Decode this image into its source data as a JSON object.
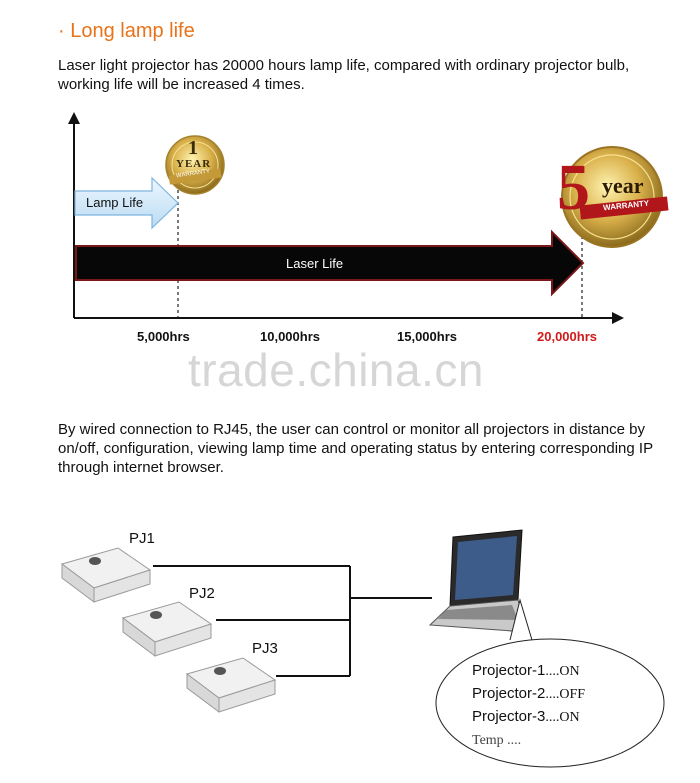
{
  "heading": "· Long lamp life",
  "intro_text": "Laser light projector has 20000 hours lamp life, compared with ordinary projector bulb, working life will be increased 4 times.",
  "timeline": {
    "lamp_life_label": "Lamp Life",
    "laser_life_label": "Laser Life",
    "ticks": [
      "5,000hrs",
      "10,000hrs",
      "15,000hrs",
      "20,000hrs"
    ],
    "badge_1yr": {
      "number": "1",
      "word": "YEAR",
      "banner": "WARRANTY"
    },
    "badge_5yr": {
      "number": "5",
      "word": "year",
      "banner": "WARRANTY"
    },
    "colors": {
      "arrow_dark": "#0a0a0a",
      "arrow_outline": "#8b1a1a",
      "lamp_fill": "#cfe6f7",
      "gold": "#c9a13b",
      "red_tick": "#d11a1a"
    }
  },
  "watermark": "trade.china.cn",
  "network_text": "By wired connection to RJ45, the user can control or monitor all projectors in distance by on/off, configuration, viewing lamp time and operating status by entering corresponding IP through internet browser.",
  "network": {
    "projectors": [
      "PJ1",
      "PJ2",
      "PJ3"
    ],
    "status": [
      {
        "name": "Projector-1",
        "value": "....ON"
      },
      {
        "name": "Projector-2",
        "value": "....OFF"
      },
      {
        "name": "Projector-3",
        "value": "....ON"
      }
    ],
    "temp": "Temp ...."
  }
}
